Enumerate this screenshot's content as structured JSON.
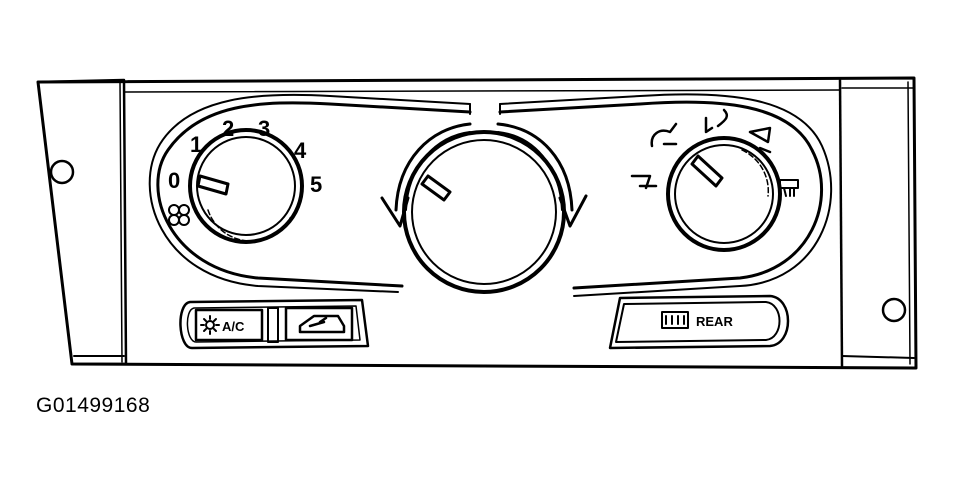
{
  "fan_scale": {
    "labels": [
      "0",
      "1",
      "2",
      "3",
      "4",
      "5"
    ]
  },
  "buttons": {
    "ac_label": "A/C",
    "rear_label": "REAR"
  },
  "figure_id": "G01499168",
  "colors": {
    "ink": "#000000",
    "paper": "#ffffff"
  }
}
